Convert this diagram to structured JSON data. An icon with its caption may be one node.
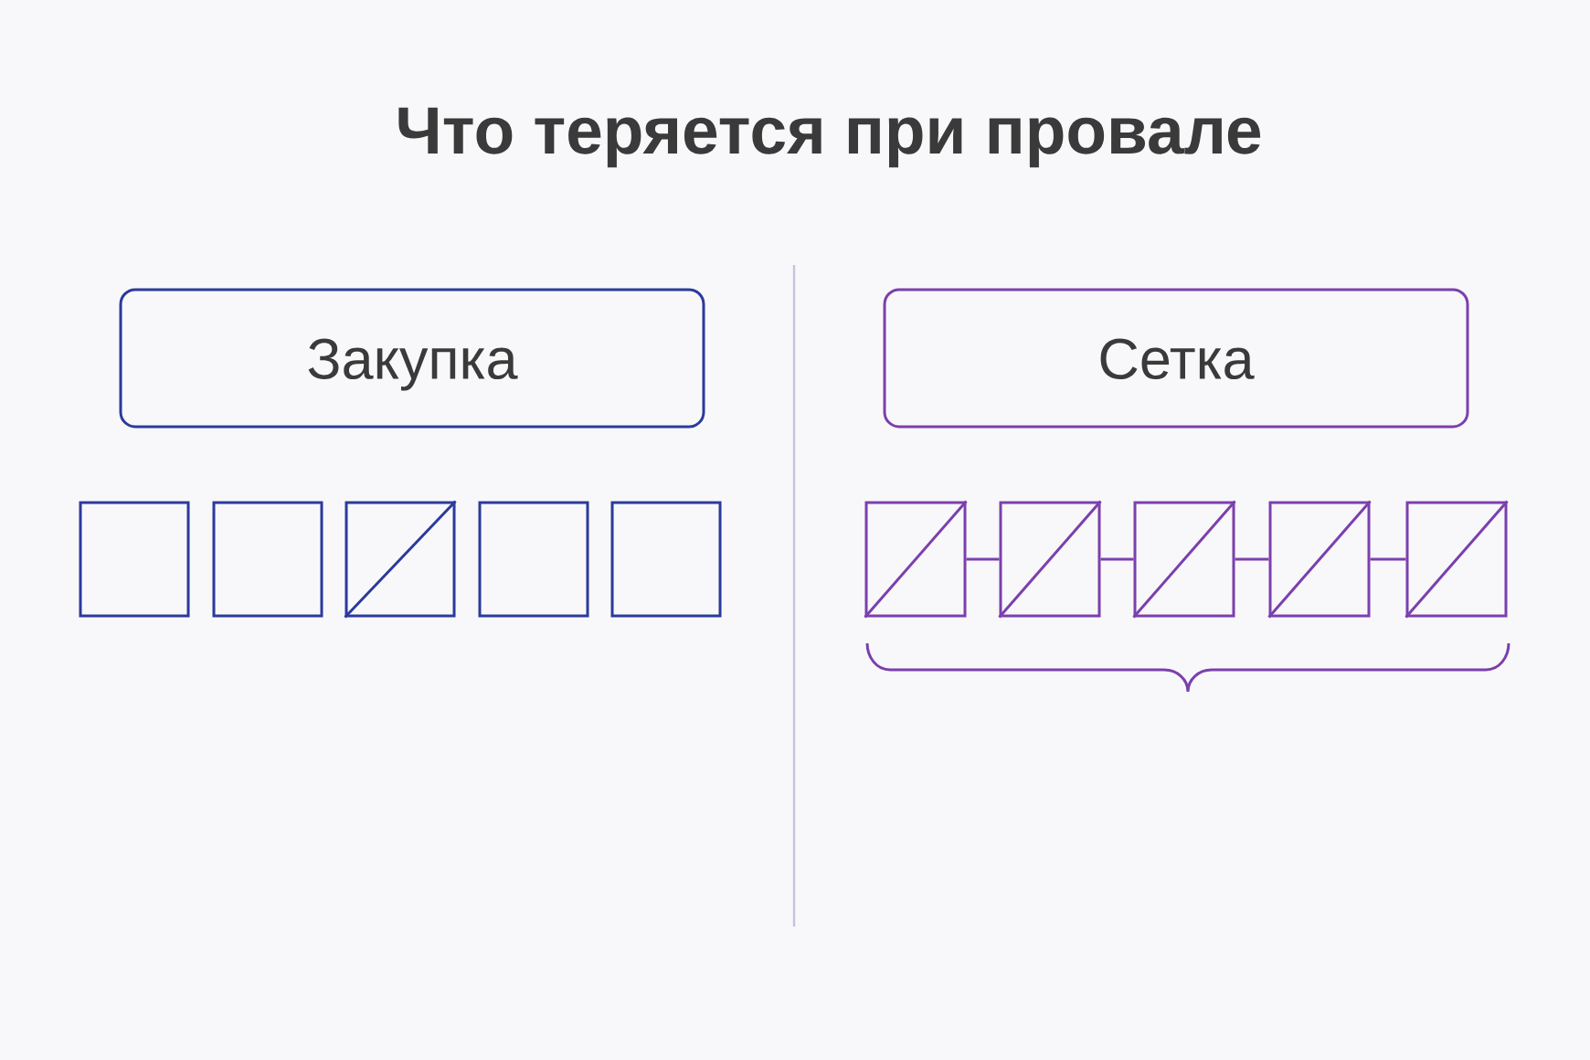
{
  "diagram": {
    "title": "Что теряется при провале",
    "nodes": [
      {
        "text": [
          "Закупка"
        ]
      },
      {
        "text": [
          "Сетка"
        ]
      },
      {
        "text": [],
        "shape": "box"
      },
      {
        "text": [],
        "shape": "box"
      },
      {
        "text": [],
        "shape": "slashed-box"
      },
      {
        "text": [],
        "shape": "box"
      },
      {
        "text": [],
        "shape": "box"
      },
      {
        "text": [],
        "shape": "slashed-box"
      },
      {
        "text": [],
        "shape": "slashed-box"
      },
      {
        "text": [],
        "shape": "slashed-box"
      },
      {
        "text": [],
        "shape": "slashed-box"
      },
      {
        "text": [],
        "shape": "slashed-box"
      }
    ],
    "edges": [
      {
        "from": 7,
        "to": 8,
        "arrow": "none"
      },
      {
        "from": 8,
        "to": 9,
        "arrow": "none"
      },
      {
        "from": 9,
        "to": 10,
        "arrow": "none"
      },
      {
        "from": 10,
        "to": 11,
        "arrow": "none"
      }
    ]
  }
}
